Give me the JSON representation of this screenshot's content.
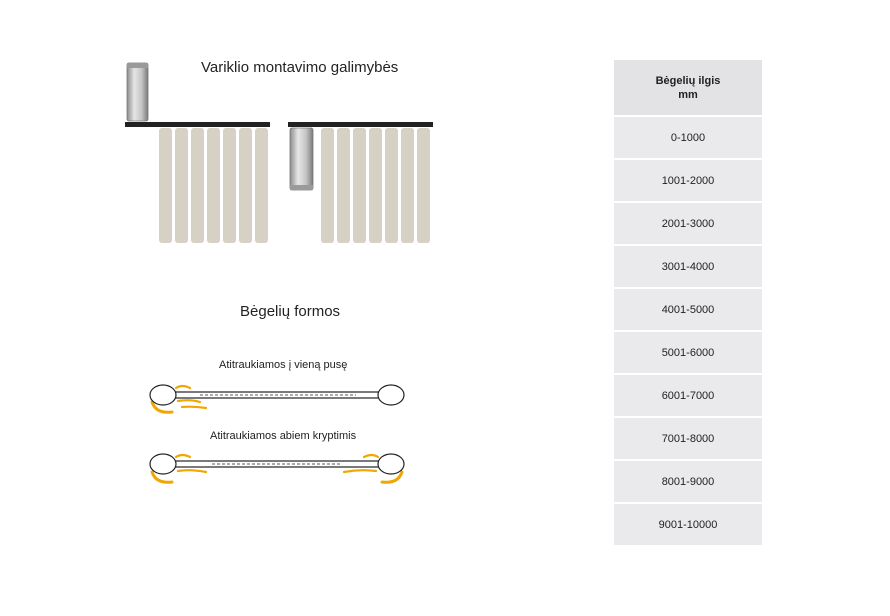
{
  "motor_section": {
    "title": "Variklio montavimo galimybės"
  },
  "forms_section": {
    "title": "Bėgelių formos",
    "one_side_label": "Atitraukiamos į vieną pusę",
    "both_sides_label": "Atitraukiamos abiem kryptimis"
  },
  "table": {
    "header_line1": "Bėgelių ilgis",
    "header_line2": "mm",
    "rows": [
      "0-1000",
      "1001-2000",
      "2001-3000",
      "3001-4000",
      "4001-5000",
      "5001-6000",
      "6001-7000",
      "7001-8000",
      "8001-9000",
      "9001-10000"
    ]
  },
  "colors": {
    "slat": "#d6d0c5",
    "rail": "#222222",
    "curtain_accent": "#f0a800",
    "motor": "#b8b8b8",
    "table_bg": "#eaeaec"
  },
  "icons": [
    "motor-icon",
    "rail-icon",
    "curtain-slat-icon",
    "rail-shape-icon"
  ]
}
